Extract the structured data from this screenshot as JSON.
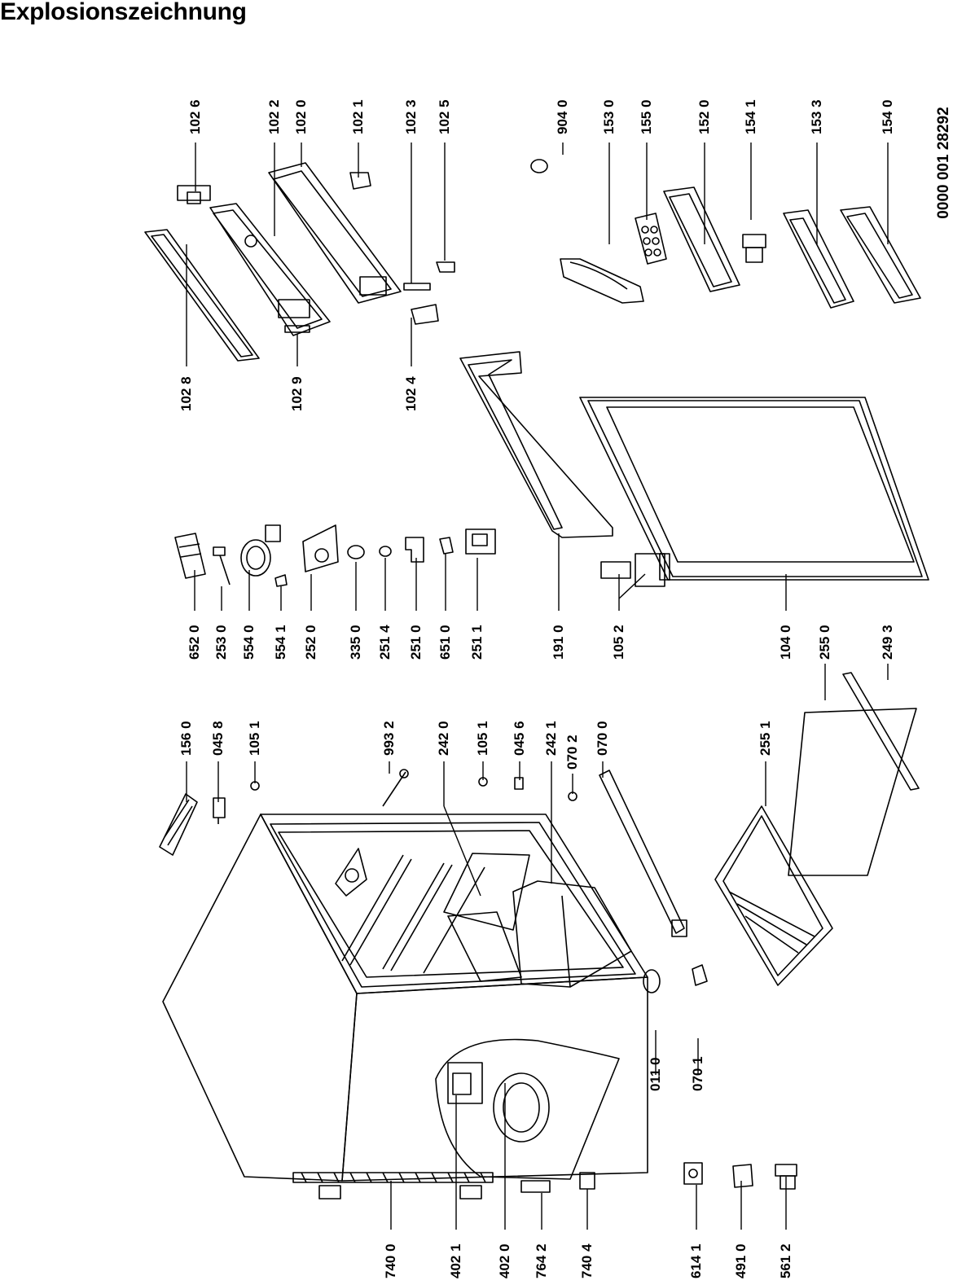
{
  "title": "Explosionszeichnung",
  "document_number": "0000 001 28292",
  "parts": {
    "p1026": "102 6",
    "p1022": "102 2",
    "p1020": "102 0",
    "p1021": "102 1",
    "p1023": "102 3",
    "p1025": "102 5",
    "p1028": "102 8",
    "p1029": "102 9",
    "p1024": "102 4",
    "p9040": "904 0",
    "p1530": "153 0",
    "p1550": "155 0",
    "p1520": "152 0",
    "p1541": "154 1",
    "p1533": "153 3",
    "p1540": "154 0",
    "p6520": "652 0",
    "p2530": "253 0",
    "p5540": "554 0",
    "p5541": "554 1",
    "p2520": "252 0",
    "p3350": "335 0",
    "p2514": "251 4",
    "p2510": "251 0",
    "p6510": "651 0",
    "p2511": "251 1",
    "p1910": "191 0",
    "p1052": "105 2",
    "p1040": "104 0",
    "p2550": "255 0",
    "p2493": "249 3",
    "p1560": "156 0",
    "p0458": "045 8",
    "p1051a": "105 1",
    "p9932": "993 2",
    "p2420": "242 0",
    "p1051b": "105 1",
    "p0456": "045 6",
    "p2421": "242 1",
    "p0702": "070 2",
    "p0700": "070 0",
    "p2551": "255 1",
    "p0110": "011 0",
    "p0701": "070 1",
    "p7400": "740 0",
    "p4021": "402 1",
    "p4020": "402 0",
    "p7642": "764 2",
    "p7404": "740 4",
    "p6141": "614 1",
    "p4910": "491 0",
    "p5612": "561 2"
  }
}
